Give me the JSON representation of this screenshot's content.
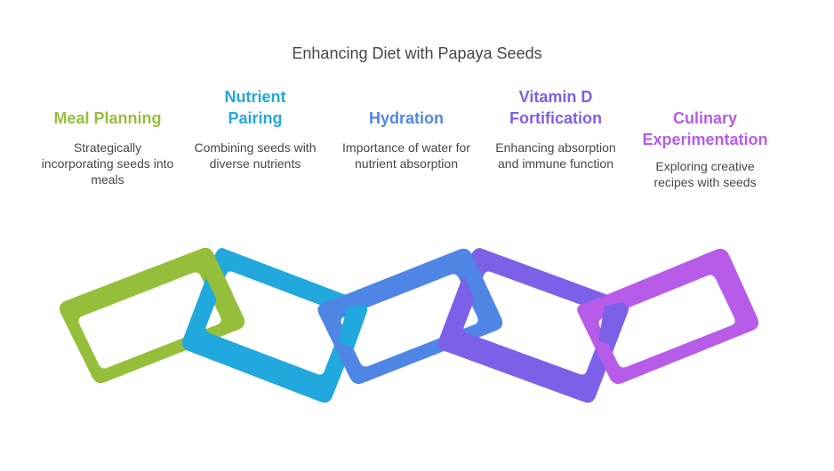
{
  "title": "Enhancing Diet with Papaya Seeds",
  "steps": [
    {
      "heading": "Meal Planning",
      "desc": "Strategically incorporating seeds into meals",
      "color": "#95BF3B"
    },
    {
      "heading": "Nutrient Pairing",
      "desc": "Combining seeds with diverse nutrients",
      "color": "#21A8DD"
    },
    {
      "heading": "Hydration",
      "desc": "Importance of water for nutrient absorption",
      "color": "#4F86E6"
    },
    {
      "heading": "Vitamin D Fortification",
      "desc": "Enhancing absorption and immune function",
      "color": "#7D60E8"
    },
    {
      "heading": "Culinary Experimentation",
      "desc": "Exploring creative recipes with seeds",
      "color": "#B65CE8"
    }
  ]
}
